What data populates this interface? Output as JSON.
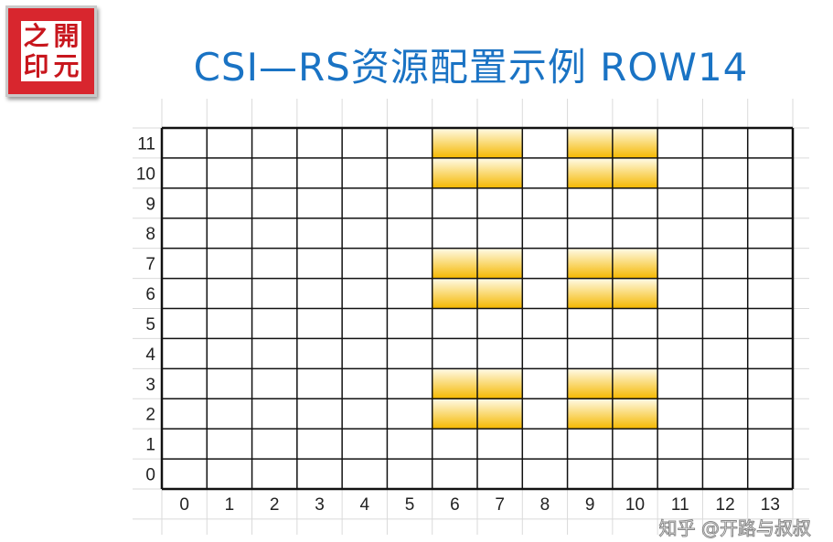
{
  "logo": {
    "chars": [
      "之",
      "開",
      "印",
      "元"
    ]
  },
  "title": "CSI—RS资源配置示例 ROW14",
  "grid": {
    "columns": 14,
    "rows": 12,
    "row_labels": [
      "0",
      "1",
      "2",
      "3",
      "4",
      "5",
      "6",
      "7",
      "8",
      "9",
      "10",
      "11"
    ],
    "col_labels": [
      "0",
      "1",
      "2",
      "3",
      "4",
      "5",
      "6",
      "7",
      "8",
      "9",
      "10",
      "11",
      "12",
      "13"
    ],
    "highlighted_columns": [
      6,
      7,
      9,
      10
    ],
    "highlighted_rows": [
      2,
      3,
      6,
      7,
      10,
      11
    ],
    "highlight_color": "#f5b800"
  },
  "watermark": "知乎 @开路与叔叔"
}
